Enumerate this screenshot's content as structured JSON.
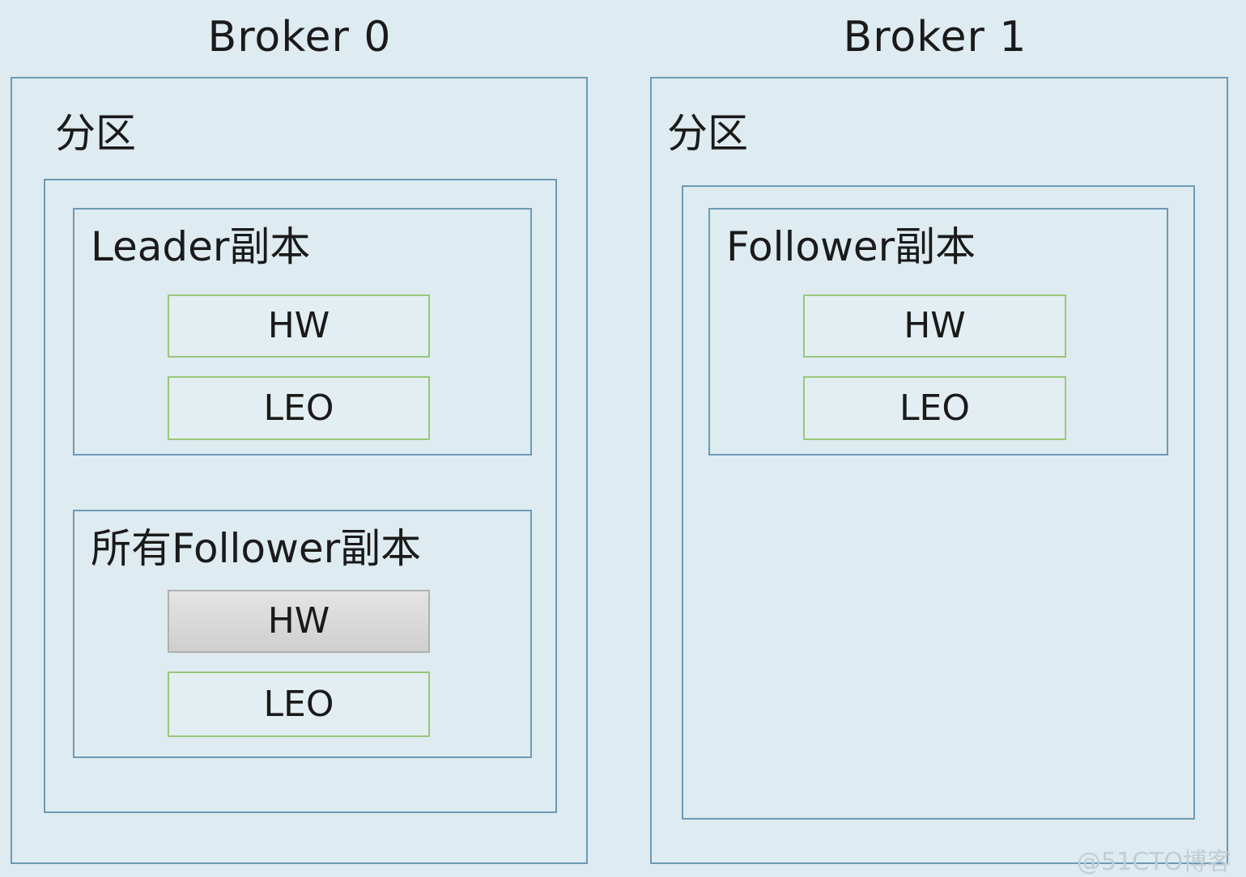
{
  "brokers": [
    {
      "title": "Broker 0",
      "partition_label": "分区",
      "leader_replica": {
        "label": "Leader副本",
        "hw": "HW",
        "leo": "LEO"
      },
      "all_followers_replica": {
        "label": "所有Follower副本",
        "hw": "HW",
        "leo": "LEO"
      }
    },
    {
      "title": "Broker 1",
      "partition_label": "分区",
      "follower_replica": {
        "label": "Follower副本",
        "hw": "HW",
        "leo": "LEO"
      }
    }
  ],
  "watermark": "@51CTO博客",
  "colors": {
    "background": "#deebf0",
    "box_border": "#6d9ab6",
    "field_border": "#9ac77a",
    "highlight_field": "#d6d6d6"
  }
}
